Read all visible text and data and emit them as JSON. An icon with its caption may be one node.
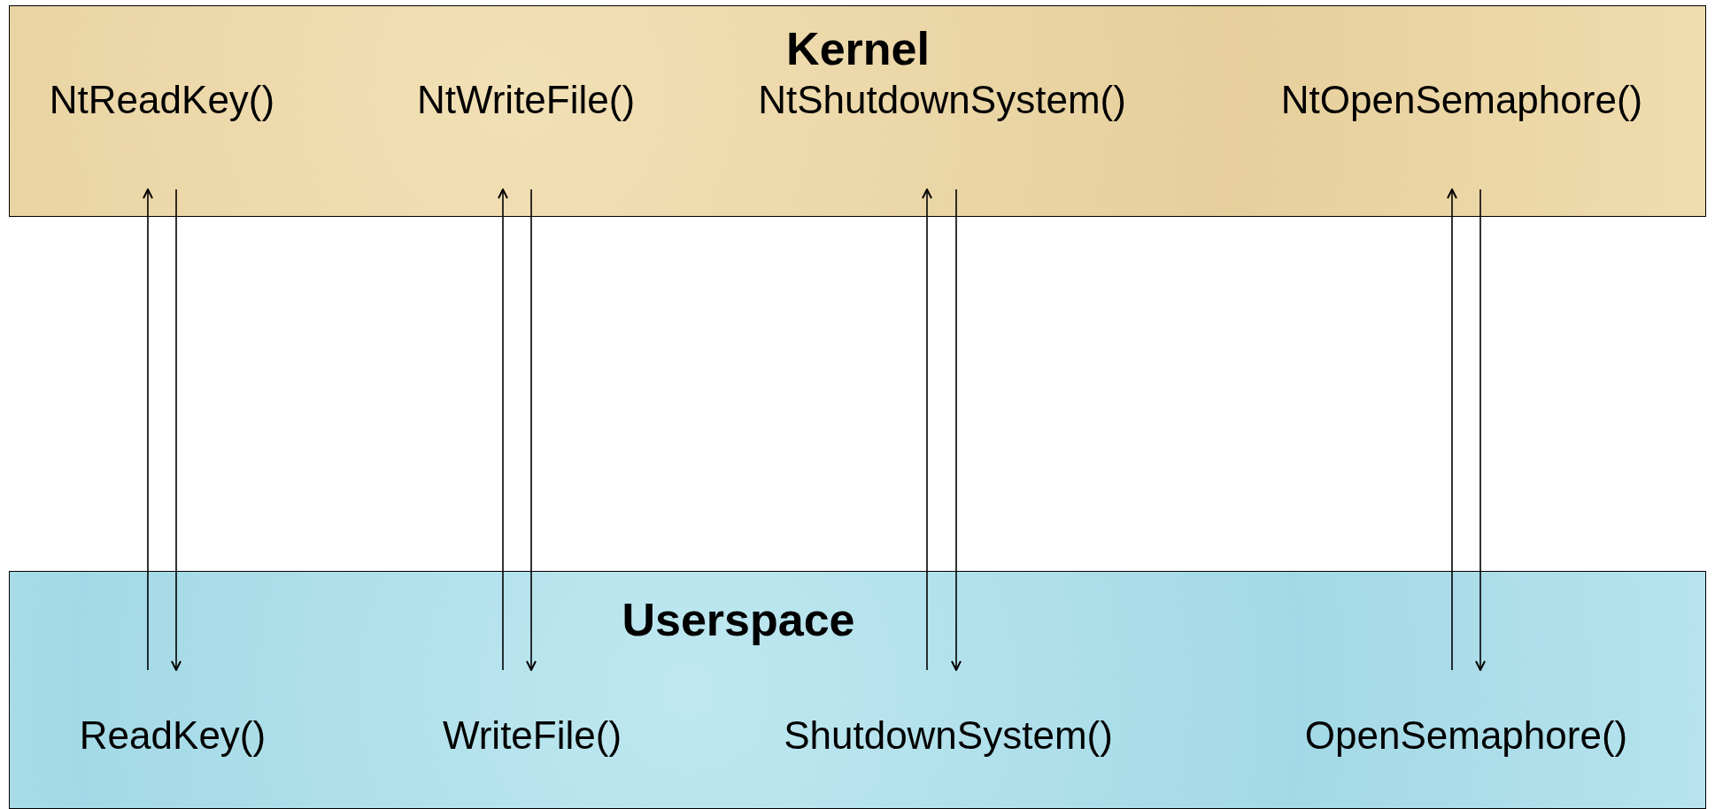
{
  "diagram": {
    "nodes": [
      {
        "text": [
          "Kernel"
        ]
      },
      {
        "text": [
          "NtReadKey()"
        ],
        "in": 0
      },
      {
        "text": [
          "NtWriteFile()"
        ],
        "in": 0
      },
      {
        "text": [
          "NtShutdownSystem()"
        ],
        "in": 0
      },
      {
        "text": [
          "NtOpenSemaphore()"
        ],
        "in": 0
      },
      {
        "text": [
          "Userspace"
        ]
      },
      {
        "text": [
          "ReadKey()"
        ],
        "in": 5
      },
      {
        "text": [
          "WriteFile()"
        ],
        "in": 5
      },
      {
        "text": [
          "ShutdownSystem()"
        ],
        "in": 5
      },
      {
        "text": [
          "OpenSemaphore()"
        ],
        "in": 5
      }
    ],
    "edges": [
      {
        "from": 6,
        "to": 1,
        "arrow": "to"
      },
      {
        "from": 1,
        "to": 6,
        "arrow": "to"
      },
      {
        "from": 7,
        "to": 2,
        "arrow": "to"
      },
      {
        "from": 2,
        "to": 7,
        "arrow": "to"
      },
      {
        "from": 8,
        "to": 3,
        "arrow": "to"
      },
      {
        "from": 3,
        "to": 8,
        "arrow": "to"
      },
      {
        "from": 9,
        "to": 4,
        "arrow": "to"
      },
      {
        "from": 4,
        "to": 9,
        "arrow": "to"
      }
    ]
  }
}
